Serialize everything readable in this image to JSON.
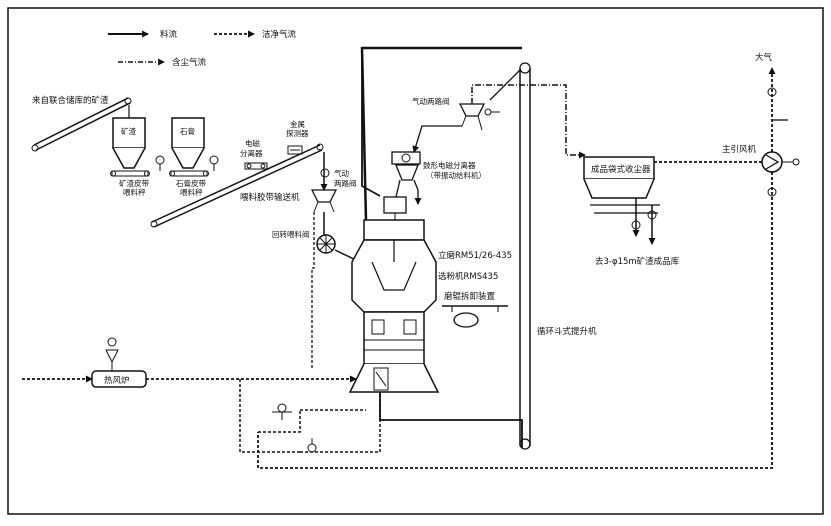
{
  "legend": {
    "material_flow": "料流",
    "clean_gas": "洁净气流",
    "dusty_gas": "含尘气流"
  },
  "labels": {
    "from_storage": "来自联合储库的矿渣",
    "slag_bin": "矿渣",
    "gypsum_bin": "石膏",
    "slag_feeder": "矿渣皮带\n喂料秤",
    "gypsum_feeder": "石膏皮带\n喂料秤",
    "em_separator": "电磁\n分离器",
    "metal_detector": "金属\n探测器",
    "feed_belt": "喂料胶带输送机",
    "pneumatic_valve_1": "气动\n两路阀",
    "pneumatic_valve_2": "气动两路阀",
    "drum_separator": "鼓形电磁分离器\n（带振动给料机）",
    "rotary_feed_valve": "回转喂料阀",
    "vertical_mill": "立磨RM51/26-435",
    "classifier": "选粉机RMS435",
    "roller_device": "磨辊拆卸装置",
    "bucket_elevator": "循环斗式提升机",
    "hot_air_furnace": "热风炉",
    "bag_collector": "成品袋式收尘器",
    "main_fan": "主引风机",
    "atmosphere": "大气",
    "to_silo": "去3-φ15m矿渣成品库"
  },
  "colors": {
    "line": "#111111",
    "background": "#ffffff"
  }
}
